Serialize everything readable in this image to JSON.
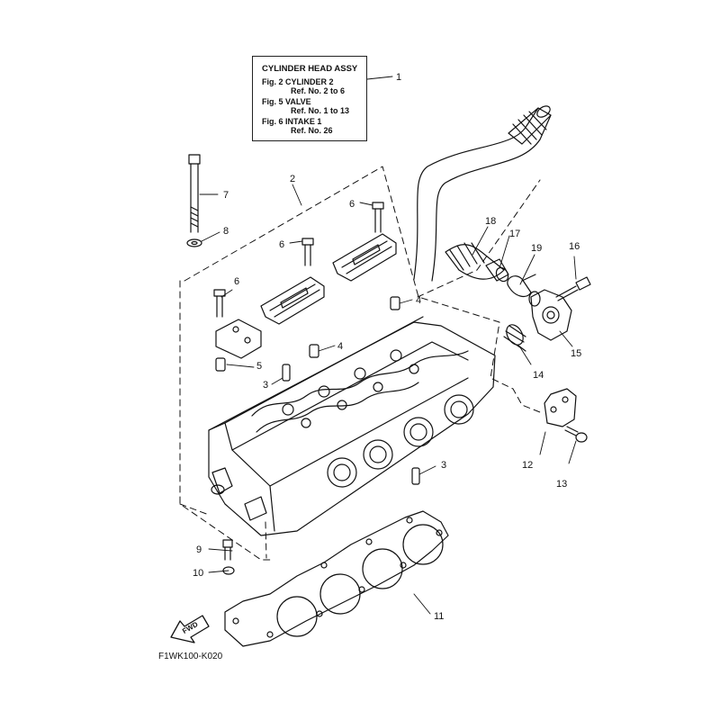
{
  "legend": {
    "title": "CYLINDER HEAD ASSY",
    "lines": [
      {
        "a": "Fig. 2 CYLINDER 2",
        "b": "Ref. No. 2 to 6"
      },
      {
        "a": "Fig. 5 VALVE",
        "b": "Ref. No. 1 to 13"
      },
      {
        "a": "Fig. 6 INTAKE 1",
        "b": "Ref. No. 26"
      }
    ]
  },
  "callouts": {
    "n1": "1",
    "n2": "2",
    "n3a": "3",
    "n3b": "3",
    "n4a": "4",
    "n4b": "4",
    "n5": "5",
    "n6a": "6",
    "n6b": "6",
    "n6c": "6",
    "n7": "7",
    "n8": "8",
    "n9": "9",
    "n10": "10",
    "n11": "11",
    "n12": "12",
    "n13": "13",
    "n14": "14",
    "n15": "15",
    "n16": "16",
    "n17": "17",
    "n18": "18",
    "n19": "19"
  },
  "fwd_label": "FWD",
  "drawing_code": "F1WK100-K020"
}
